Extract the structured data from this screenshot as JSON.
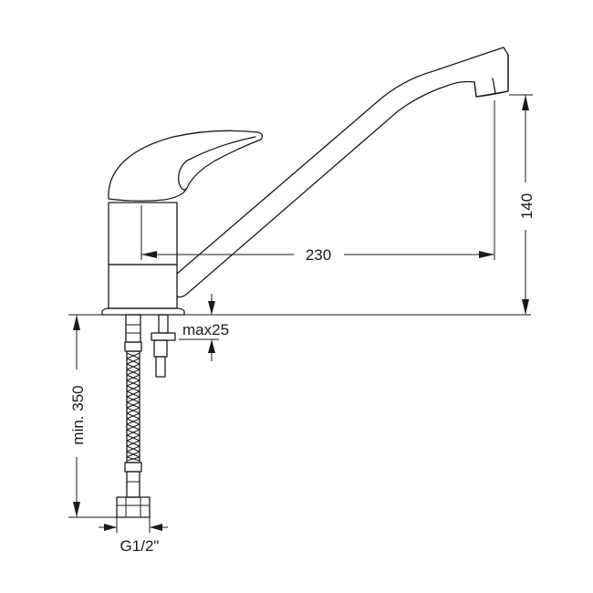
{
  "dimensions": {
    "spout_reach": "230",
    "spout_height": "140",
    "max_deck_thickness": "max25",
    "min_hose_length": "min. 350",
    "thread_size": "G1/2\""
  },
  "colors": {
    "line": "#1a1a1a",
    "background": "#ffffff"
  }
}
